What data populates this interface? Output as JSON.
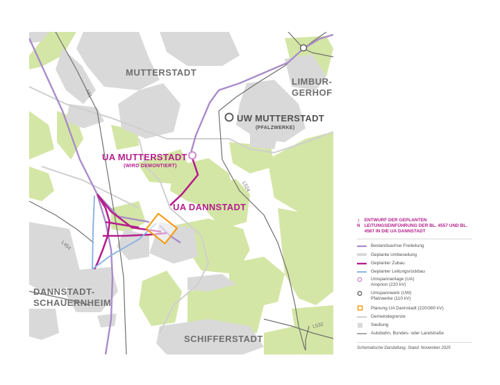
{
  "map": {
    "places": {
      "mutterstadt": "MUTTERSTADT",
      "limburgerhof_1": "LIMBUR-",
      "limburgerhof_2": "GERHOF",
      "dannstadt_1": "DANNSTADT-",
      "dannstadt_2": "SCHAUERNHEIM",
      "schifferstadt": "SCHIFFERSTADT"
    },
    "stations": {
      "uw_mutterstadt": "UW MUTTERSTADT",
      "uw_mutterstadt_sub": "(PFALZWERKE)",
      "ua_mutterstadt": "UA MUTTERSTADT",
      "ua_mutterstadt_sub": "(WIRD DEMONTIERT)",
      "ua_dannstadt": "UA DANNSTADT"
    },
    "roads": {
      "a61": "A61",
      "l454": "L454",
      "l524": "L524",
      "l532": "L532"
    },
    "colors": {
      "settlement": "#d9d9d9",
      "green": "#d4e6a5",
      "existing_line": "#a98bcb",
      "planned_new": "#b41e8c",
      "removal": "#8db4e2",
      "planning_area": "#f39c12",
      "road": "#6e6e6e",
      "boundary": "#cfcfcf"
    }
  },
  "legend": {
    "north": "N",
    "title": "ENTWURF DER GEPLANTEN LEITUNGSEINFÜHRUNG DER BL. 4557 UND BL. 4567 IN DIE UA DANNSTADT",
    "items": [
      {
        "label": "Bestandsachse Freileitung",
        "symbol": "line-existing"
      },
      {
        "label": "Geplante Umbeseilung",
        "symbol": "line-reconductor"
      },
      {
        "label": "Geplanter Zubau",
        "symbol": "line-new"
      },
      {
        "label": "Geplanter Leitungsrückbau",
        "symbol": "line-removal"
      },
      {
        "label": "Umspannanlage (UA)",
        "label2": "Amprion (220 kV)",
        "symbol": "ua-circle"
      },
      {
        "label": "Umspannwerk (UW)",
        "label2": "Pfalzwerke (110 kV)",
        "symbol": "uw-circle"
      },
      {
        "label": "Planung UA Dannstadt (220/380 kV)",
        "symbol": "planning-square"
      },
      {
        "label": "Gemeindegrenze",
        "symbol": "boundary-line"
      },
      {
        "label": "Siedlung",
        "symbol": "settlement-square"
      },
      {
        "label": "Autobahn, Bundes- oder Landstraße",
        "symbol": "road-line"
      }
    ],
    "footnote": "Schematische Darstellung, Stand: November 2025"
  }
}
